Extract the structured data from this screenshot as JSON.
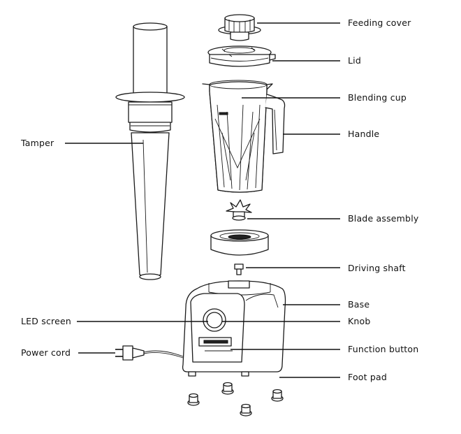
{
  "labels": {
    "feeding_cover": "Feeding cover",
    "lid": "Lid",
    "blending_cup": "Blending cup",
    "handle": "Handle",
    "tamper": "Tamper",
    "blade_assembly": "Blade assembly",
    "driving_shaft": "Driving shaft",
    "base": "Base",
    "led_screen": "LED screen",
    "knob": "Knob",
    "power_cord": "Power cord",
    "function_button": "Function button",
    "foot_pad": "Foot pad"
  }
}
